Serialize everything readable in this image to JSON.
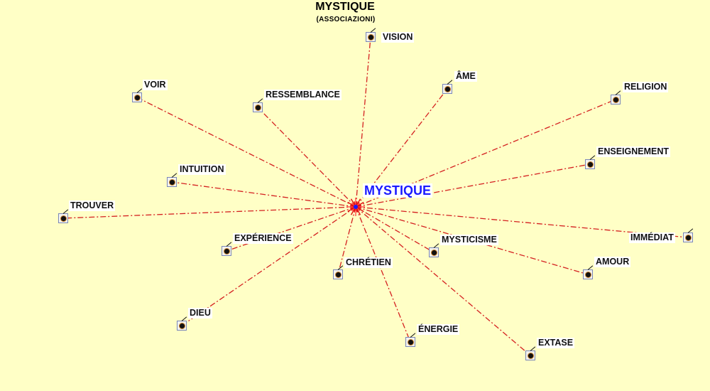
{
  "header": {
    "title": "MYSTIQUE",
    "subtitle": "(ASSOCIAZIONI)"
  },
  "center": {
    "label": "MYSTIQUE",
    "color": "#1a1aff"
  },
  "colors": {
    "background": "#ffffc6",
    "edge": "#d42020",
    "node": "#111111"
  },
  "nodes": [
    {
      "id": "vision",
      "label": "VISION"
    },
    {
      "id": "ame",
      "label": "ÂME"
    },
    {
      "id": "religion",
      "label": "RELIGION"
    },
    {
      "id": "voir",
      "label": "VOIR"
    },
    {
      "id": "ressemblance",
      "label": "RESSEMBLANCE"
    },
    {
      "id": "enseignement",
      "label": "ENSEIGNEMENT"
    },
    {
      "id": "intuition",
      "label": "INTUITION"
    },
    {
      "id": "trouver",
      "label": "TROUVER"
    },
    {
      "id": "immediat",
      "label": "IMMÉDIAT"
    },
    {
      "id": "experience",
      "label": "EXPÉRIENCE"
    },
    {
      "id": "mysticisme",
      "label": "MYSTICISME"
    },
    {
      "id": "chretien",
      "label": "CHRÉTIEN"
    },
    {
      "id": "amour",
      "label": "AMOUR"
    },
    {
      "id": "dieu",
      "label": "DIEU"
    },
    {
      "id": "energie",
      "label": "ÉNERGIE"
    },
    {
      "id": "extase",
      "label": "EXTASE"
    }
  ]
}
